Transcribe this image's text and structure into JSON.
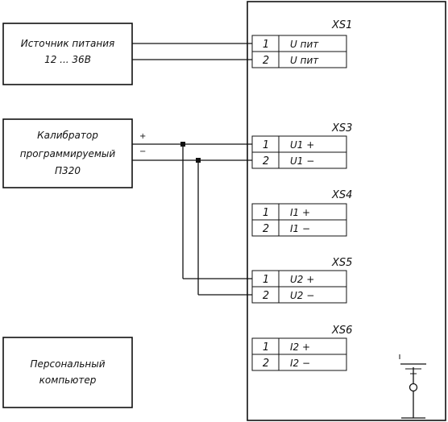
{
  "blocks": {
    "power_source": {
      "line1": "Источник питания",
      "line2": "12 ... 36В"
    },
    "calibrator": {
      "line1": "Калибратор",
      "line2": "программируемый",
      "line3": "П320"
    },
    "computer": {
      "line1": "Персональный",
      "line2": "компьютер"
    }
  },
  "calibrator_terminals": {
    "plus": "+",
    "minus": "−"
  },
  "connectors": [
    {
      "label": "XS1",
      "pins": [
        {
          "num": "1",
          "signal": "U пит"
        },
        {
          "num": "2",
          "signal": "U пит"
        }
      ]
    },
    {
      "label": "XS3",
      "pins": [
        {
          "num": "1",
          "signal": "U1 +"
        },
        {
          "num": "2",
          "signal": "U1 −"
        }
      ]
    },
    {
      "label": "XS4",
      "pins": [
        {
          "num": "1",
          "signal": "I1 +"
        },
        {
          "num": "2",
          "signal": "I1 −"
        }
      ]
    },
    {
      "label": "XS5",
      "pins": [
        {
          "num": "1",
          "signal": "U2 +"
        },
        {
          "num": "2",
          "signal": "U2 −"
        }
      ]
    },
    {
      "label": "XS6",
      "pins": [
        {
          "num": "1",
          "signal": "I2 +"
        },
        {
          "num": "2",
          "signal": "I2 −"
        }
      ]
    }
  ]
}
